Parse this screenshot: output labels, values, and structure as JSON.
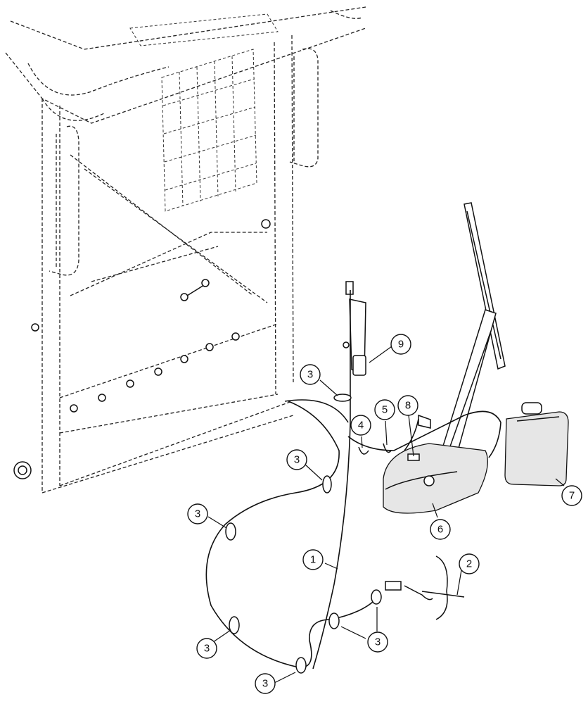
{
  "callouts": [
    {
      "id": "c1",
      "label": "1"
    },
    {
      "id": "c2",
      "label": "2"
    },
    {
      "id": "c3a",
      "label": "3"
    },
    {
      "id": "c3b",
      "label": "3"
    },
    {
      "id": "c3c",
      "label": "3"
    },
    {
      "id": "c3d",
      "label": "3"
    },
    {
      "id": "c3e",
      "label": "3"
    },
    {
      "id": "c3f",
      "label": "3"
    },
    {
      "id": "c4",
      "label": "4"
    },
    {
      "id": "c5",
      "label": "5"
    },
    {
      "id": "c6",
      "label": "6"
    },
    {
      "id": "c7",
      "label": "7"
    },
    {
      "id": "c8",
      "label": "8"
    },
    {
      "id": "c9",
      "label": "9"
    }
  ]
}
